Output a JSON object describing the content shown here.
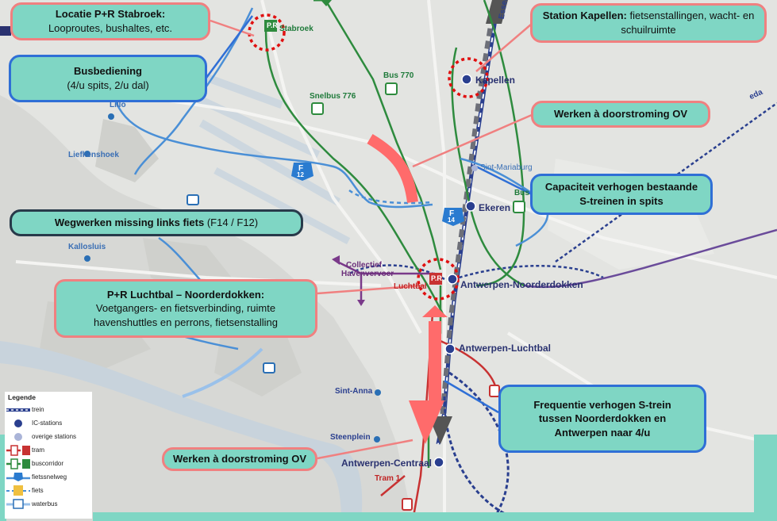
{
  "callouts": {
    "stabroek_title": "Locatie P+R Stabroek:",
    "stabroek_body": "Looproutes, bushaltes, etc.",
    "kapellen_title": "Station Kapellen:",
    "kapellen_body": " fietsenstallingen, wacht- en schuilruimte",
    "busbediening_title": "Busbediening",
    "busbediening_body": "(4/u spits, 2/u dal)",
    "werken1": "Werken à doorstroming OV",
    "capaciteit": "Capaciteit verhogen bestaande S-treinen in spits",
    "missing_title": "Wegwerken missing links fiets",
    "missing_body": " (F14 / F12)",
    "luchtbal_title": "P+R Luchtbal – Noorderdokken:",
    "luchtbal_body": "Voetgangers- en fietsverbinding, ruimte havenshuttles en perrons, fietsenstalling",
    "frequentie": "Frequentie verhogen S-trein tussen Noorderdokken en Antwerpen naar 4/u",
    "werken2": "Werken à doorstroming OV"
  },
  "map_labels": {
    "stabroek": "Stabroek",
    "kapellen": "Kapellen",
    "lillo": "Lillo",
    "liefkenshoek": "Liefkenshoek",
    "snelbus": "Snelbus 776",
    "bus770": "Bus 770",
    "sint_mariaburg": "Sint-Mariaburg",
    "bus": "Bus",
    "ekeren": "Ekeren",
    "kallosluis": "Kallosluis",
    "collectief": "Collectief",
    "havenvervoer": "Havenvervoer",
    "luchtbal": "Luchtbal",
    "noorderdokken": "Antwerpen-Noorderdokken",
    "antwerpen_luchtbal": "Antwerpen-Luchtbal",
    "sint_anna": "Sint-Anna",
    "steenplein": "Steenplein",
    "centraal": "Antwerpen-Centraal",
    "tram1": "Tram 1",
    "essen": "Essen",
    "breda": "eda",
    "f12": "F",
    "f12_num": "12",
    "f14": "F",
    "f14_num": "14",
    "pr": "P+R",
    "pr_short": "P.R"
  },
  "legend": {
    "title": "Legende",
    "items": [
      "trein",
      "IC-stations",
      "overige stations",
      "tram",
      "buscorridor",
      "fietssnelweg",
      "fiets",
      "waterbus"
    ]
  },
  "colors": {
    "callout_fill": "#7fd6c4",
    "border_red": "#f08080",
    "border_blue": "#2f6fd6",
    "rail": "#2a3f8f",
    "bus_green": "#2e8b3e",
    "tram_red": "#c83232",
    "bike_blue": "#4a8fd6",
    "highlight": "#ff6b6b"
  }
}
